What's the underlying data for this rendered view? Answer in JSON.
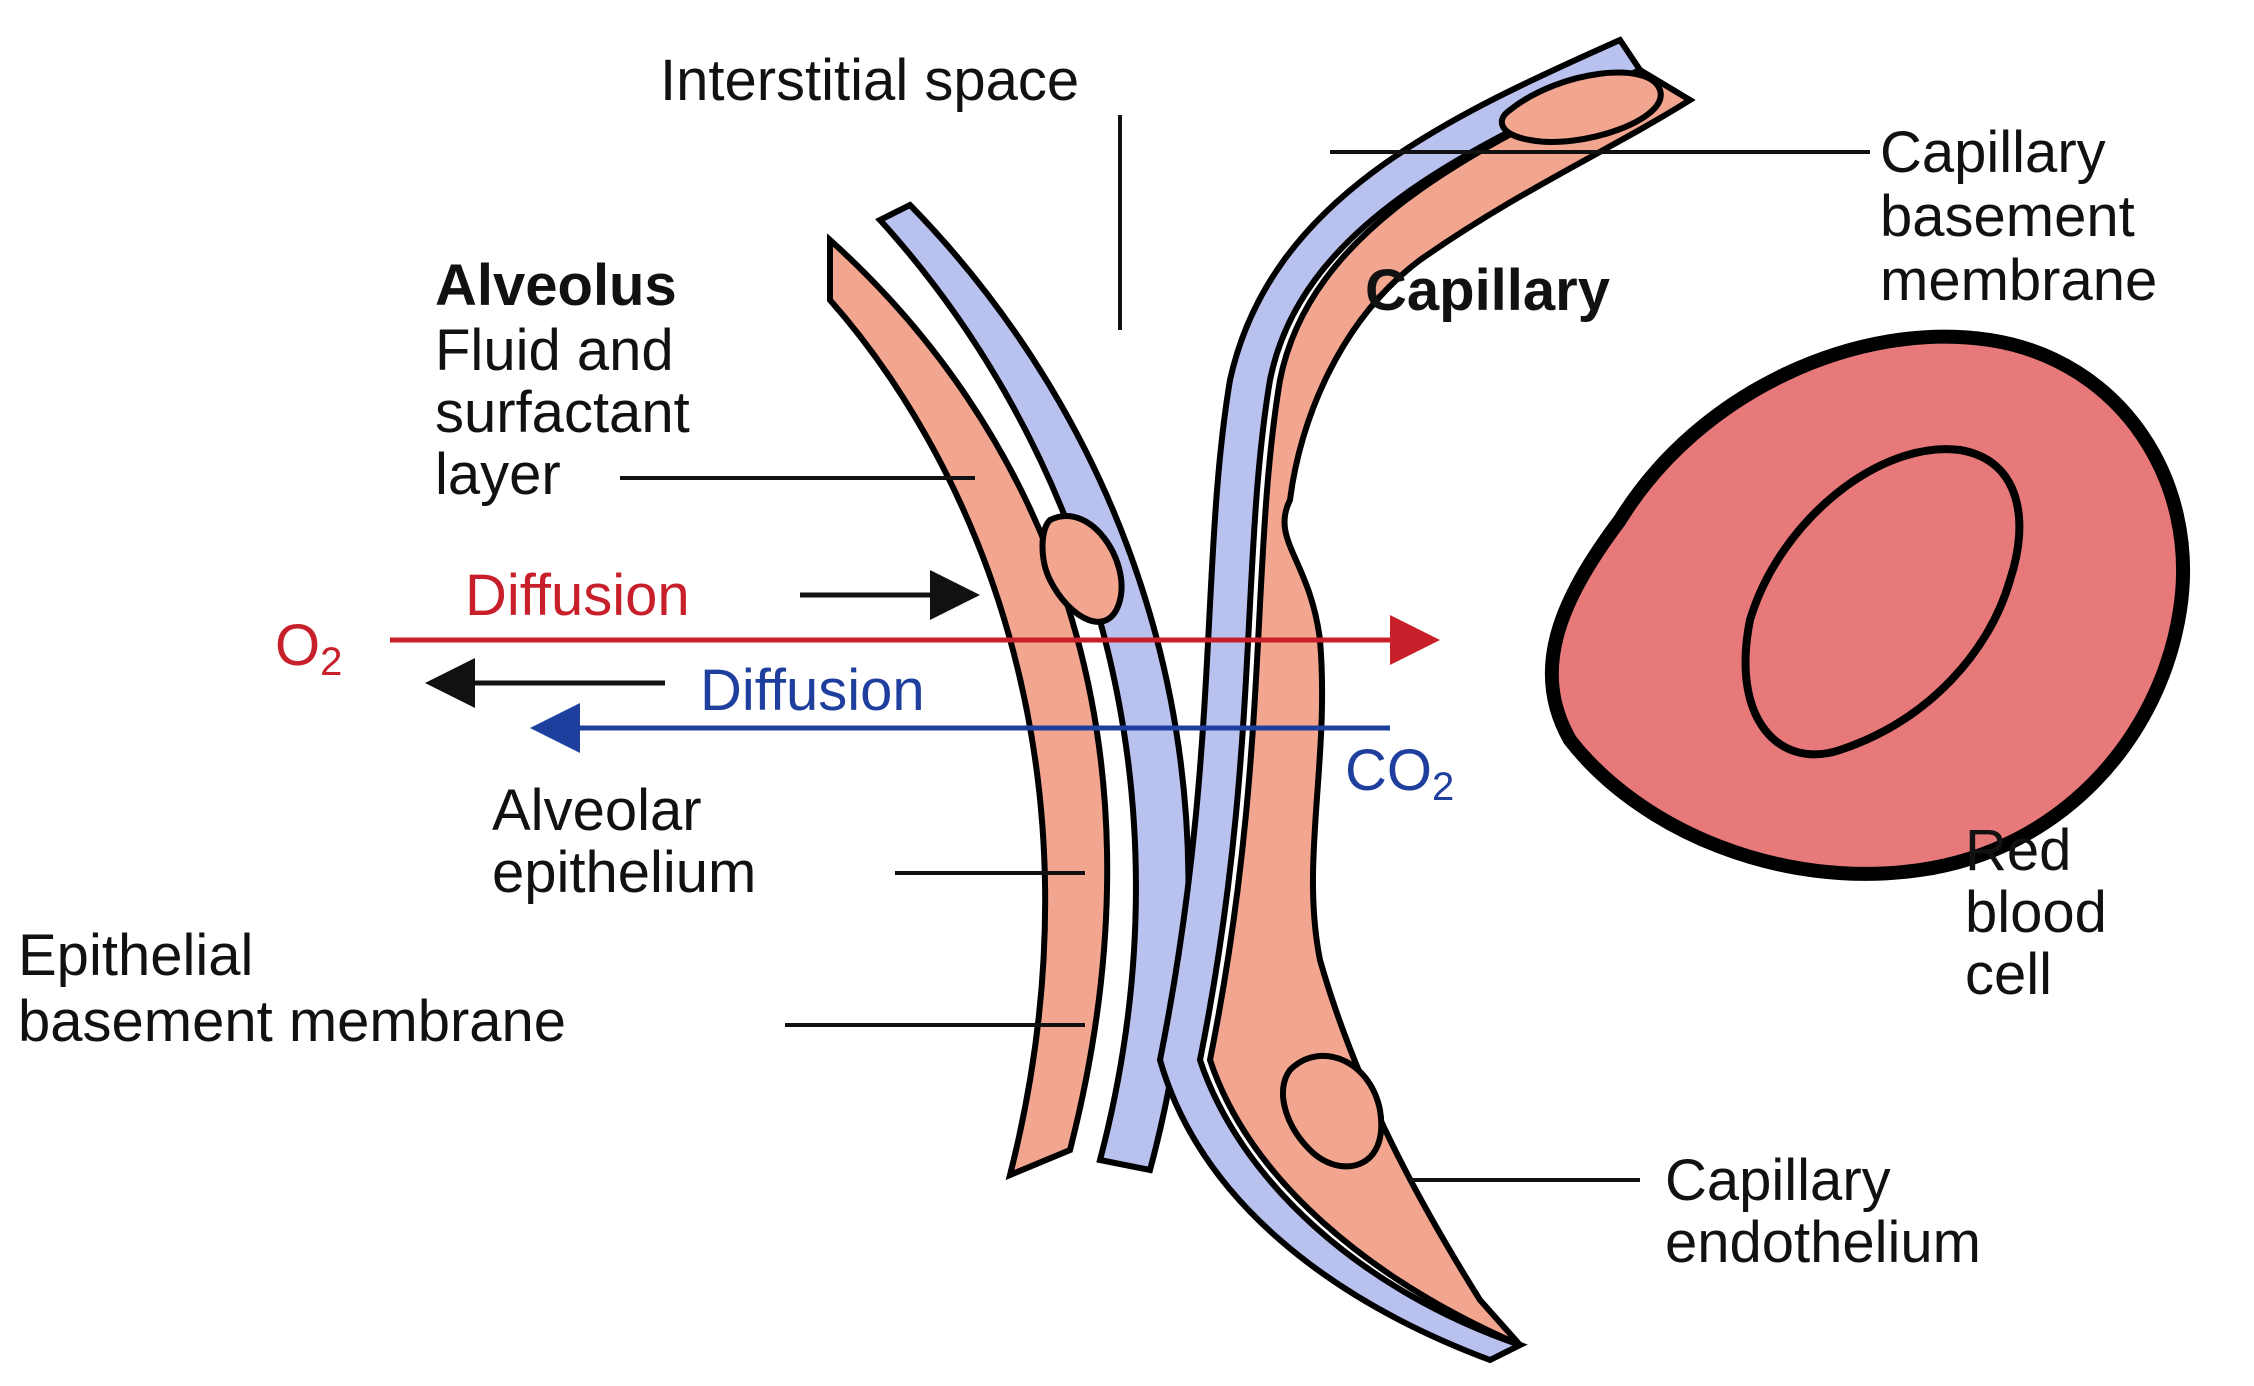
{
  "labels": {
    "interstitial_space": "Interstitial space",
    "capillary_basement_membrane": [
      "Capillary",
      "basement",
      "membrane"
    ],
    "capillary": "Capillary",
    "alveolus": "Alveolus",
    "fluid_surfactant": [
      "Fluid and",
      "surfactant",
      "layer"
    ],
    "diffusion_o2": "Diffusion",
    "o2_symbol": "O",
    "o2_subscript": "2",
    "diffusion_co2": "Diffusion",
    "co2_symbol": "CO",
    "co2_subscript": "2",
    "alveolar_epithelium": [
      "Alveolar",
      "epithelium"
    ],
    "epithelial_basement_membrane": [
      "Epithelial",
      "basement membrane"
    ],
    "red_blood_cell": [
      "Red",
      "blood",
      "cell"
    ],
    "capillary_endothelium": [
      "Capillary",
      "endothelium"
    ]
  },
  "colors": {
    "tissue": "#f2a58f",
    "membrane": "#b9c2ef",
    "rbc": "#e8797a",
    "outline": "#000000",
    "o2_arrow": "#c8202a",
    "co2_arrow": "#1f3f9e"
  }
}
